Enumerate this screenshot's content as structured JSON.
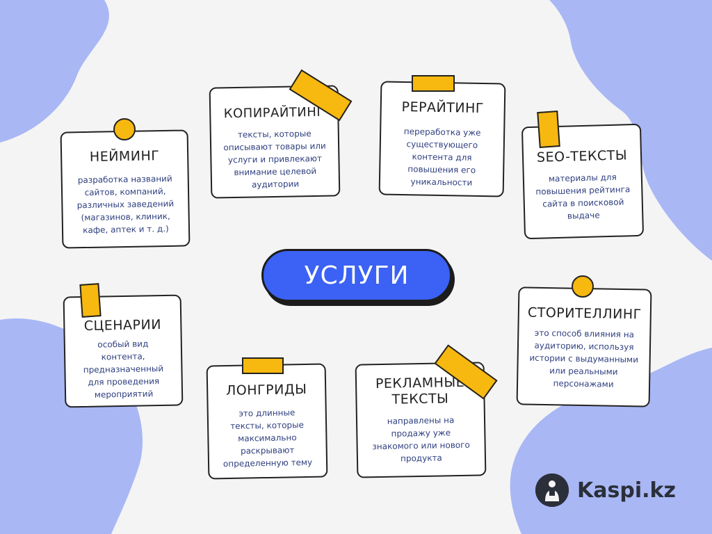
{
  "center": {
    "label": "УСЛУГИ"
  },
  "cards": [
    {
      "title": "НЕЙМИНГ",
      "desc": "разработка названий сайтов, компаний, различных заведений (магазинов, клиник, кафе, аптек и т. д.)"
    },
    {
      "title": "КОПИРАЙТИНГ",
      "desc": "тексты, которые описывают товары или услуги и привлекают внимание целевой аудитории"
    },
    {
      "title": "РЕРАЙТИНГ",
      "desc": "переработка уже существующего контента для повышения его уникальности"
    },
    {
      "title": "SEO-ТЕКСТЫ",
      "desc": "материалы для повышения рейтинга сайта в поисковой выдаче"
    },
    {
      "title": "СЦЕНАРИИ",
      "desc": "особый вид контента, предназначенный для проведения мероприятий"
    },
    {
      "title": "ЛОНГРИДЫ",
      "desc": "это длинные тексты, которые максимально раскрывают определенную тему"
    },
    {
      "title": "РЕКЛАМНЫЕ ТЕКСТЫ",
      "desc": "направлены на продажу уже знакомого или нового продукта"
    },
    {
      "title": "СТОРИТЕЛЛИНГ",
      "desc": "это способ влияния на аудиторию, используя истории с выдуманными или реальными персонажами"
    }
  ],
  "logo": {
    "text": "Kaspi.kz",
    "icon": "kaspi-logo-icon"
  },
  "colors": {
    "blob": "#a9b7f5",
    "accent": "#3b62f4",
    "pin": "#f7b80f",
    "desc_text": "#2e3f7f"
  }
}
